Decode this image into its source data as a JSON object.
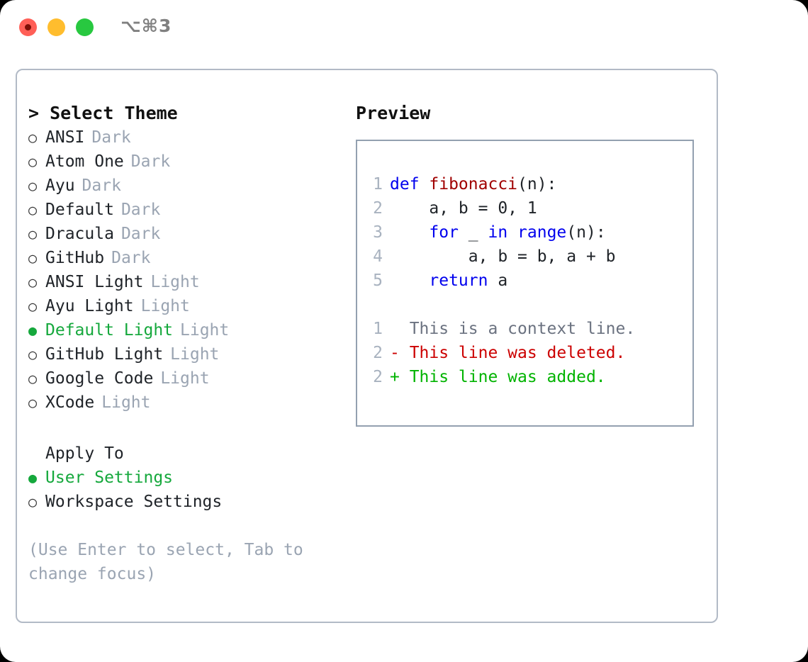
{
  "titlebar": {
    "shortcut": "⌥⌘3",
    "lights": [
      "close",
      "minimize",
      "maximize"
    ]
  },
  "left": {
    "header": "> Select Theme",
    "themes": [
      {
        "bullet": "○",
        "name": "ANSI",
        "tag": "Dark",
        "selected": false
      },
      {
        "bullet": "○",
        "name": "Atom One",
        "tag": "Dark",
        "selected": false
      },
      {
        "bullet": "○",
        "name": "Ayu",
        "tag": "Dark",
        "selected": false
      },
      {
        "bullet": "○",
        "name": "Default",
        "tag": "Dark",
        "selected": false
      },
      {
        "bullet": "○",
        "name": "Dracula",
        "tag": "Dark",
        "selected": false
      },
      {
        "bullet": "○",
        "name": "GitHub",
        "tag": "Dark",
        "selected": false
      },
      {
        "bullet": "○",
        "name": "ANSI Light",
        "tag": "Light",
        "selected": false
      },
      {
        "bullet": "○",
        "name": "Ayu Light",
        "tag": "Light",
        "selected": false
      },
      {
        "bullet": "●",
        "name": "Default Light",
        "tag": "Light",
        "selected": true
      },
      {
        "bullet": "○",
        "name": "GitHub Light",
        "tag": "Light",
        "selected": false
      },
      {
        "bullet": "○",
        "name": "Google Code",
        "tag": "Light",
        "selected": false
      },
      {
        "bullet": "○",
        "name": "XCode",
        "tag": "Light",
        "selected": false
      }
    ],
    "apply_to_header": "Apply To",
    "apply_to": [
      {
        "bullet": "●",
        "name": "User Settings",
        "selected": true
      },
      {
        "bullet": "○",
        "name": "Workspace Settings",
        "selected": false
      }
    ],
    "hint": "(Use Enter to select, Tab to change focus)"
  },
  "right": {
    "title": "Preview",
    "code": [
      {
        "no": "1",
        "tokens": [
          {
            "t": "def ",
            "c": "kw"
          },
          {
            "t": "fibonacci",
            "c": "fn"
          },
          {
            "t": "(n):",
            "c": "plain"
          }
        ]
      },
      {
        "no": "2",
        "tokens": [
          {
            "t": "    a, b = 0, 1",
            "c": "plain"
          }
        ]
      },
      {
        "no": "3",
        "tokens": [
          {
            "t": "    ",
            "c": "plain"
          },
          {
            "t": "for",
            "c": "kw"
          },
          {
            "t": " _ ",
            "c": "plain"
          },
          {
            "t": "in",
            "c": "kw"
          },
          {
            "t": " ",
            "c": "plain"
          },
          {
            "t": "range",
            "c": "kw"
          },
          {
            "t": "(n):",
            "c": "plain"
          }
        ]
      },
      {
        "no": "4",
        "tokens": [
          {
            "t": "        a, b = b, a + b",
            "c": "plain"
          }
        ]
      },
      {
        "no": "5",
        "tokens": [
          {
            "t": "    ",
            "c": "plain"
          },
          {
            "t": "return",
            "c": "kw"
          },
          {
            "t": " a",
            "c": "plain"
          }
        ]
      }
    ],
    "diff": [
      {
        "no": "1",
        "marker": " ",
        "text": "  This is a context line.",
        "kind": "ctx"
      },
      {
        "no": "2",
        "marker": "-",
        "text": "- This line was deleted.",
        "kind": "del"
      },
      {
        "no": "2",
        "marker": "+",
        "text": "+ This line was added.",
        "kind": "add"
      }
    ]
  },
  "colors": {
    "accent_green": "#15a83c",
    "keyword_blue": "#0000ee",
    "function_red": "#a00000",
    "diff_add": "#00b300",
    "diff_del": "#cc0000",
    "muted_gray": "#9aa4b2",
    "border": "#b2bac6",
    "traffic_close": "#ff5f57",
    "traffic_min": "#ffbd2e",
    "traffic_max": "#28c840"
  }
}
